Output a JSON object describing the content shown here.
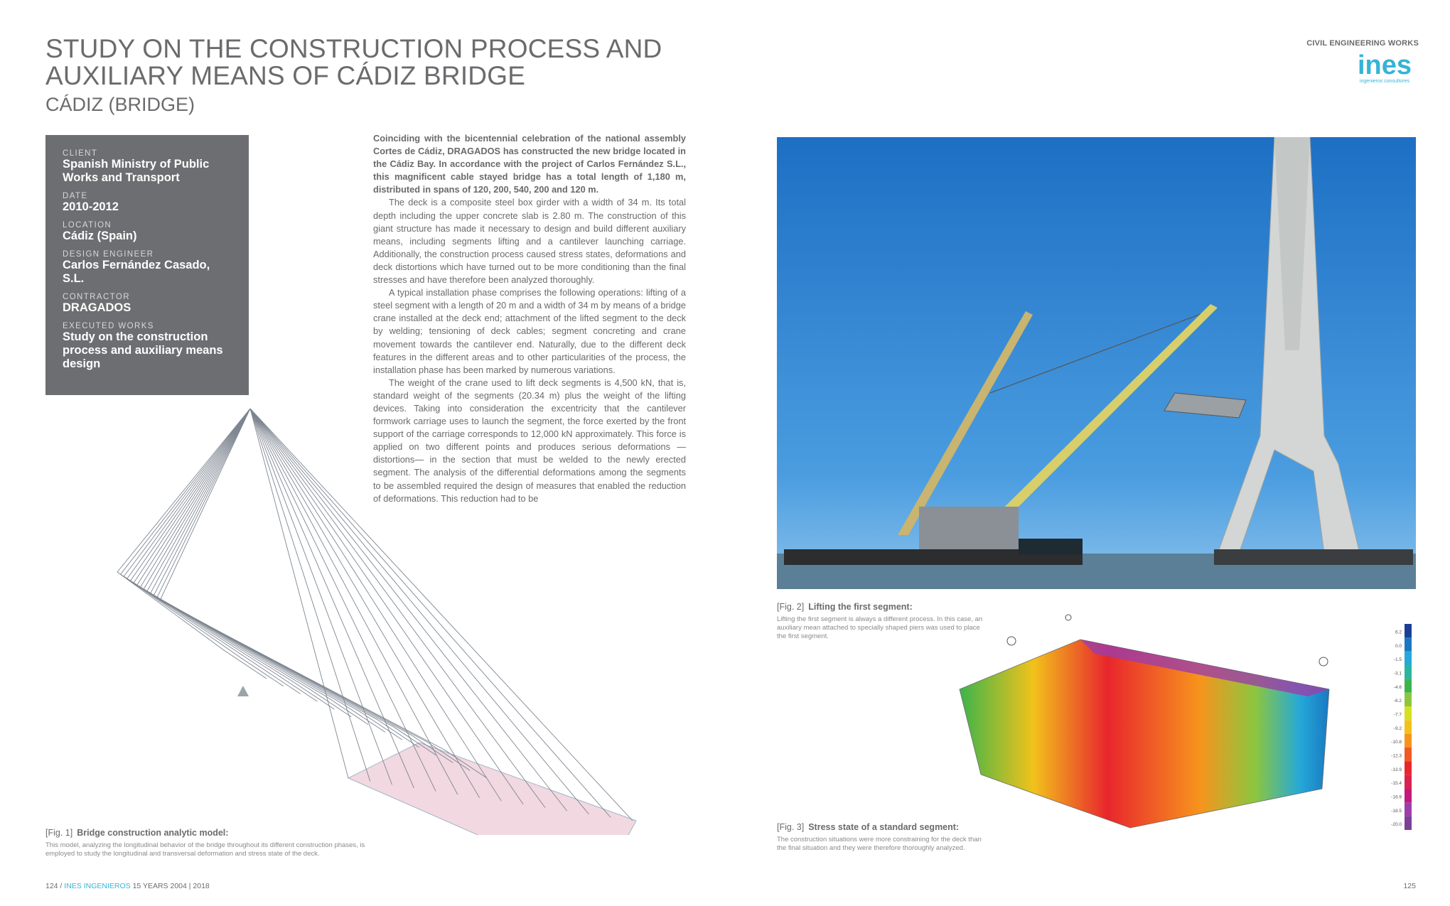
{
  "header": {
    "title_line1": "STUDY ON THE CONSTRUCTION PROCESS AND",
    "title_line2": "AUXILIARY MEANS OF CÁDIZ BRIDGE",
    "subtitle": "CÁDIZ (BRIDGE)",
    "section_tag": "CIVIL ENGINEERING WORKS",
    "logo_text": "ines",
    "logo_tagline": "ingenieros consultores"
  },
  "info": {
    "items": [
      {
        "label": "CLIENT",
        "value": "Spanish Ministry of Public Works and Transport"
      },
      {
        "label": "DATE",
        "value": "2010-2012"
      },
      {
        "label": "LOCATION",
        "value": "Cádiz (Spain)"
      },
      {
        "label": "DESIGN ENGINEER",
        "value": "Carlos Fernández Casado, S.L."
      },
      {
        "label": "CONTRACTOR",
        "value": "DRAGADOS"
      },
      {
        "label": "EXECUTED WORKS",
        "value": "Study on the construction process and auxiliary means design"
      }
    ]
  },
  "body": {
    "lead": "Coinciding with the bicentennial celebration of the national assembly Cortes de Cádiz, DRAGADOS has constructed the new bridge located in the Cádiz Bay. In accordance with the project of Carlos Fernández S.L., this magnificent cable stayed bridge has a total length of 1,180 m, distributed in spans of 120, 200, 540, 200 and 120 m.",
    "p1": "The deck is a composite steel box girder with a width of 34 m. Its total depth including the upper concrete slab is 2.80 m. The construction of this giant structure has made it necessary to design and build different auxiliary means, including segments lifting and a cantilever launching carriage. Additionally, the construction process caused stress states, deformations and deck distortions which have turned out to be more conditioning than the final stresses and have therefore been analyzed thoroughly.",
    "p2": "A typical installation phase comprises the following operations: lifting of a steel segment with a length of 20 m and a width of 34 m by means of a bridge crane installed at the deck end; attachment of the lifted segment to the deck by welding; tensioning of deck cables; segment concreting and crane movement towards the cantilever end. Naturally, due to the different deck features in the different areas and to other particularities of the process, the installation phase has been marked by numerous variations.",
    "p3": "The weight of the crane used to lift deck segments is 4,500 kN, that is, standard weight of the segments (20.34 m) plus the weight of the lifting devices. Taking into consideration the excentricity that the cantilever formwork carriage uses to launch the segment, the force exerted by the front support of the carriage corresponds to 12,000 kN approximately. This force is applied on two different points and produces serious deformations —distortions— in the section that must be welded to the newly erected segment. The analysis of the differential deformations among the segments to be assembled required the design of measures that enabled the reduction of deformations. This reduction had to be"
  },
  "figures": {
    "fig1": {
      "tag": "[Fig. 1]",
      "title": "Bridge construction analytic model:",
      "text": "This model, analyzing the longitudinal behavior of the bridge throughout its different construction phases, is employed to study the longitudinal and transversal deformation and stress state of the deck."
    },
    "fig2": {
      "tag": "[Fig. 2]",
      "title": "Lifting the first segment:",
      "text": "Lifting the first segment is always a different process. In this case, an auxiliary mean attached to specially shaped piers was used to place the first segment."
    },
    "fig3": {
      "tag": "[Fig. 3]",
      "title": "Stress state of a standard segment:",
      "text": "The construction situations were more constraining for the deck than the final situation and they were therefore thoroughly analyzed.",
      "scale_labels": [
        "6.2",
        "0.0",
        "-1.5",
        "-3.1",
        "-4.6",
        "-6.2",
        "-7.7",
        "-9.2",
        "-10.8",
        "-12.3",
        "-13.9",
        "-15.4",
        "-16.9",
        "-18.5",
        "-20.0"
      ],
      "scale_colors": [
        "#1c3f95",
        "#1a78c2",
        "#25a9d8",
        "#2bb5a0",
        "#3cb44b",
        "#8cc63f",
        "#d7df23",
        "#f2c21b",
        "#f7941d",
        "#f15a24",
        "#e8262d",
        "#d9224f",
        "#c2197c",
        "#9c3fa8",
        "#7e3f98"
      ]
    }
  },
  "footer": {
    "page_left": "124 /",
    "brand": "INES INGENIEROS",
    "years": "15 YEARS 2004 | 2018",
    "page_right": "125"
  }
}
